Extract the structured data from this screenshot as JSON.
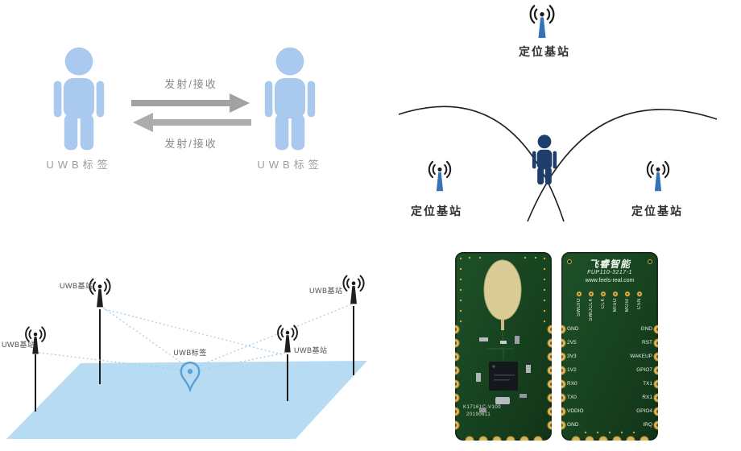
{
  "scene_tags": {
    "left_person_label": "UWB标签",
    "right_person_label": "UWB标签",
    "tx_rx_top": "发射/接收",
    "tx_rx_bottom": "发射/接收"
  },
  "scene_stations": {
    "top_label": "定位基站",
    "left_label": "定位基站",
    "right_label": "定位基站"
  },
  "scene_floor": {
    "station_labels": [
      "UWB基站",
      "UWB基站",
      "UWB基站",
      "UWB基站"
    ],
    "tag_label": "UWB标签"
  },
  "scene_modules": {
    "front_marking_1": "K17161C-V100",
    "front_marking_2": "20190611",
    "brand": "飞睿智能",
    "model": "FUP110-3217-1",
    "website": "www.feels-real.com",
    "swd_pins": [
      "SWDIO",
      "SWDCLK",
      "CLK",
      "MISO",
      "MOSI",
      "CSN"
    ],
    "left_pins": [
      "GND",
      "2V5",
      "3V3",
      "1V2",
      "RX0",
      "TX0",
      "VDDIO",
      "GND"
    ],
    "right_pins": [
      "GND",
      "RST",
      "WAKEUP",
      "GPIO7",
      "TX1",
      "RX1",
      "GPIO4",
      "IRQ"
    ]
  },
  "colors": {
    "person_blue": "#aac9ee",
    "person_dark": "#1d3e6d",
    "antenna_pole_blue": "#3572b8",
    "pin_blue": "#58a0d8",
    "floor_blue": "#b7dbf3",
    "pcb_green": "#1c4a24",
    "pad_gold": "#dcb557",
    "arrow_gray": "#a2a2a2"
  }
}
